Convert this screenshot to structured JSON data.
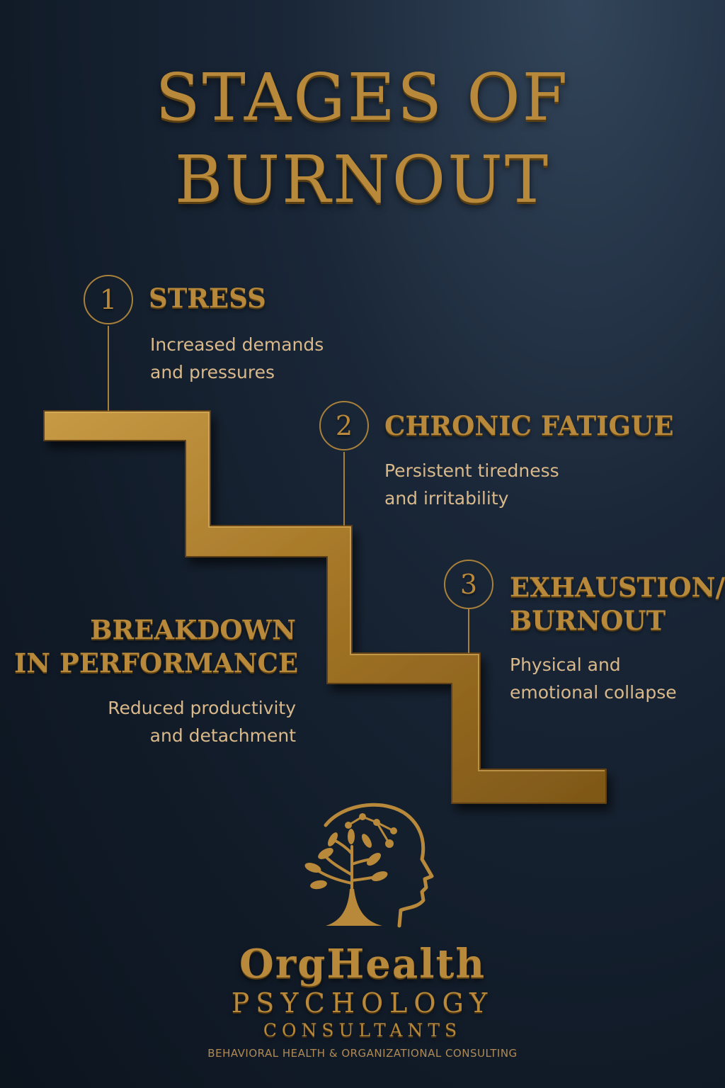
{
  "title": {
    "line1": "STAGES OF",
    "line2": "BURNOUT"
  },
  "stages": [
    {
      "number": "1",
      "heading": "STRESS",
      "desc_line1": "Increased demands",
      "desc_line2": "and pressures"
    },
    {
      "number": "2",
      "heading": "CHRONIC FATIGUE",
      "desc_line1": "Persistent tiredness",
      "desc_line2": "and irritability"
    },
    {
      "number": "3",
      "heading_line1": "EXHAUSTION/",
      "heading_line2": "BURNOUT",
      "desc_line1": "Physical and",
      "desc_line2": "emotional collapse"
    },
    {
      "heading_line1": "BREAKDOWN",
      "heading_line2": "IN PERFORMANCE",
      "desc_line1": "Reduced productivity",
      "desc_line2": "and detachment"
    }
  ],
  "brand": {
    "name": "OrgHealth",
    "line2": "PSYCHOLOGY",
    "line3": "CONSULTANTS",
    "tagline": "BEHAVIORAL HEALTH & ORGANIZATIONAL CONSULTING",
    "logo_icon": "tree-head-profile-icon"
  },
  "colors": {
    "gold": "#b8893a",
    "background": "#111b28",
    "description_text": "#d9b88a"
  }
}
